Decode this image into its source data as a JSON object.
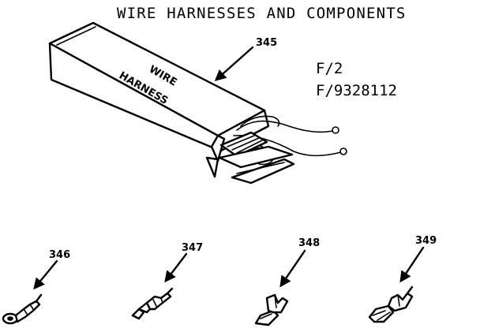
{
  "title": "WIRE HARNESSES AND COMPONENTS",
  "figure_codes": [
    "F/2",
    "F/9328112"
  ],
  "box_label_lines": [
    "WIRE",
    "HARNESS"
  ],
  "parts": [
    {
      "number": "345"
    },
    {
      "number": "346"
    },
    {
      "number": "347"
    },
    {
      "number": "348"
    },
    {
      "number": "349"
    }
  ]
}
